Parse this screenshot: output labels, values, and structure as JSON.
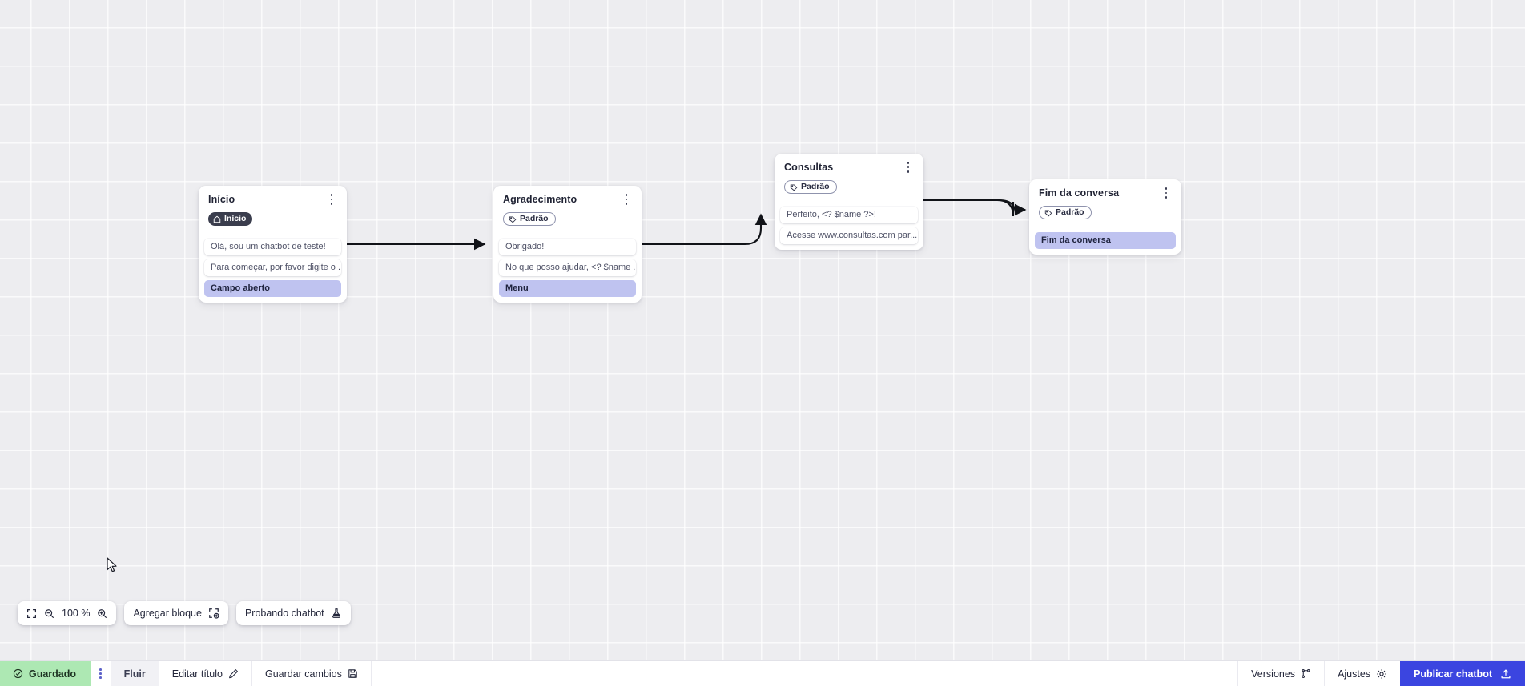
{
  "app": {
    "canvas_bg": "#ededf0",
    "accent_blue": "#3b45e0",
    "saved_green": "#ade8b3",
    "action_lavender": "#bfc3f0",
    "badge_dark": "#3a3d4d"
  },
  "nodes": [
    {
      "id": "inicio",
      "title": "Início",
      "badge": {
        "label": "Início",
        "icon": "home-icon",
        "style": "start"
      },
      "rows": [
        {
          "text": "Olá, sou um chatbot de teste!",
          "type": "message"
        },
        {
          "text": "Para começar, por favor digite o ...",
          "type": "message"
        },
        {
          "text": "Campo aberto",
          "type": "action"
        }
      ]
    },
    {
      "id": "agradecimento",
      "title": "Agradecimento",
      "badge": {
        "label": "Padrão",
        "icon": "tag-icon",
        "style": "default"
      },
      "rows": [
        {
          "text": "Obrigado!",
          "type": "message"
        },
        {
          "text": "No que posso ajudar, <? $name ...",
          "type": "message"
        },
        {
          "text": "Menu",
          "type": "action"
        }
      ]
    },
    {
      "id": "consultas",
      "title": "Consultas",
      "badge": {
        "label": "Padrão",
        "icon": "tag-icon",
        "style": "default"
      },
      "rows": [
        {
          "text": "Perfeito, <? $name ?>!",
          "type": "message"
        },
        {
          "text": "Acesse www.consultas.com par...",
          "type": "message"
        }
      ]
    },
    {
      "id": "fim",
      "title": "Fim da conversa",
      "badge": {
        "label": "Padrão",
        "icon": "tag-icon",
        "style": "default"
      },
      "rows": [
        {
          "text": "Fim da conversa",
          "type": "action"
        }
      ]
    }
  ],
  "toolbar": {
    "fit_icon": "fit-screen-icon",
    "zoom_out_icon": "zoom-out-icon",
    "zoom_level": "100 %",
    "zoom_in_icon": "zoom-in-icon",
    "add_block_label": "Agregar bloque",
    "add_block_icon": "add-block-icon",
    "test_chatbot_label": "Probando chatbot",
    "test_chatbot_icon": "flask-icon"
  },
  "statusbar": {
    "saved_label": "Guardado",
    "saved_icon": "check-circle-icon",
    "menu_icon": "kebab-menu-icon",
    "flow_tab_label": "Fluir",
    "edit_title_label": "Editar título",
    "edit_title_icon": "pencil-icon",
    "save_changes_label": "Guardar cambios",
    "save_changes_icon": "save-disk-icon",
    "versions_label": "Versiones",
    "versions_icon": "branch-icon",
    "settings_label": "Ajustes",
    "settings_icon": "gear-icon",
    "publish_label": "Publicar chatbot",
    "publish_icon": "upload-icon"
  }
}
